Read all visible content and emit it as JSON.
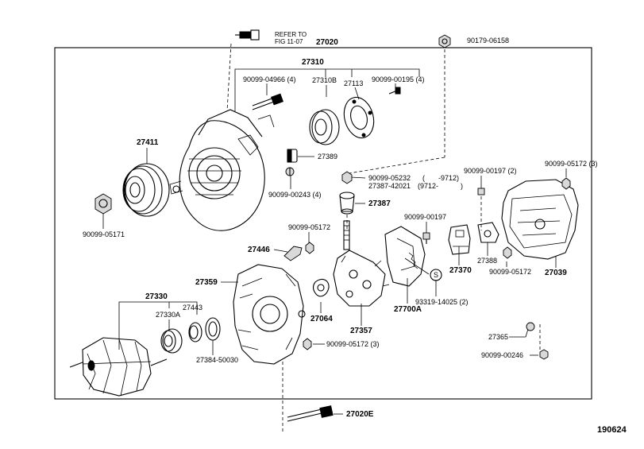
{
  "diagram": {
    "figure_number": "190624",
    "labels": {
      "refer_to_line1": "REFER TO",
      "refer_to_line2": "FIG 11-07",
      "p27020": "27020",
      "p90179_06158": "90179-06158",
      "p27310": "27310",
      "p90099_04966": "90099-04966 (4)",
      "p27310B": "27310B",
      "p27113": "27113",
      "p90099_00195": "90099-00195 (4)",
      "p27411": "27411",
      "p27389": "27389",
      "p90099_05232": "90099-05232",
      "p27387_42021": "27387-42021",
      "range1_open": "(",
      "range1_text": "-9712)",
      "range2_text": "(9712-",
      "range2_close": ")",
      "p90099_00197_2": "90099-00197 (2)",
      "p90099_05172_3a": "90099-05172 (3)",
      "p90099_00243": "90099-00243 (4)",
      "p27387": "27387",
      "p90099_05171": "90099-05171",
      "p90099_05172a": "90099-05172",
      "p90099_00197": "90099-00197",
      "p27446": "27446",
      "p27388": "27388",
      "p27370": "27370",
      "p90099_05172b": "90099-05172",
      "p27039": "27039",
      "p27359": "27359",
      "p27700A": "27700A",
      "p93319_14025": "93319-14025 (2)",
      "p27330": "27330",
      "p27330A": "27330A",
      "p27443": "27443",
      "p27064": "27064",
      "p27357": "27357",
      "p27365": "27365",
      "p90099_05172_3b": "90099-05172 (3)",
      "p27384_50030": "27384-50030",
      "p90099_00246": "90099-00246",
      "p27020E": "27020E",
      "s_symbol": "S"
    }
  }
}
